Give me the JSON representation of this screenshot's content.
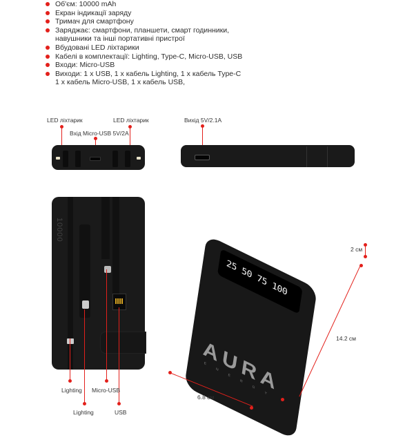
{
  "features": [
    "Об'єм: 10000 mAh",
    "Екран індикації заряду",
    "Тримач для смартфону",
    "Заряджає: смартфони, планшети, смарт годинники,",
    "Вбудовані LED ліхтарики",
    "Кабелі в комплектації: Lighting, Type-C, Micro-USB, USB",
    "Входи: Micro-USB",
    "Виходи: 1 x USB, 1 x кабель Lighting, 1 x кабель Type-C"
  ],
  "feature_continuations": {
    "3": "навушники та інші портативні пристрої",
    "7": "1 x кабель Micro-USB, 1 x кабель USB,"
  },
  "top_view": {
    "led_left": "LED ліхтарик",
    "led_right": "LED ліхтарик",
    "input": "Вхід Micro-USB 5V/2A"
  },
  "side_view": {
    "output": "Вихід  5V/2.1A"
  },
  "back_view": {
    "capacity_print": "10000",
    "cables": [
      "Lighting",
      "Micro-USB",
      "Lighting",
      "USB"
    ]
  },
  "front_view": {
    "display_values": "25 50 75 100",
    "brand": "AURA",
    "brand_sub": "ENERGY",
    "dim_thickness": "2 см",
    "dim_length": "14.2 см",
    "dim_width": "6.8 см"
  },
  "colors": {
    "accent": "#e3201b",
    "device": "#1a1a1a"
  }
}
